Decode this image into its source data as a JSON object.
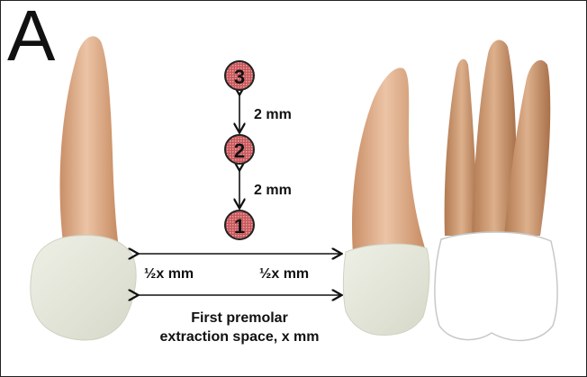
{
  "panel_letter": "A",
  "markers": [
    {
      "number": "3"
    },
    {
      "number": "2"
    },
    {
      "number": "1"
    }
  ],
  "distances": {
    "upper": "2 mm",
    "lower": "2 mm"
  },
  "halves": {
    "left": "½x mm",
    "right": "½x mm"
  },
  "caption": {
    "line1": "First premolar",
    "line2": "extraction space, x mm"
  },
  "colors": {
    "root": "#d9a57e",
    "crown": "#e4e6da",
    "marker_fill": "#c8575a",
    "marker_ring": "#e9b0b2"
  }
}
